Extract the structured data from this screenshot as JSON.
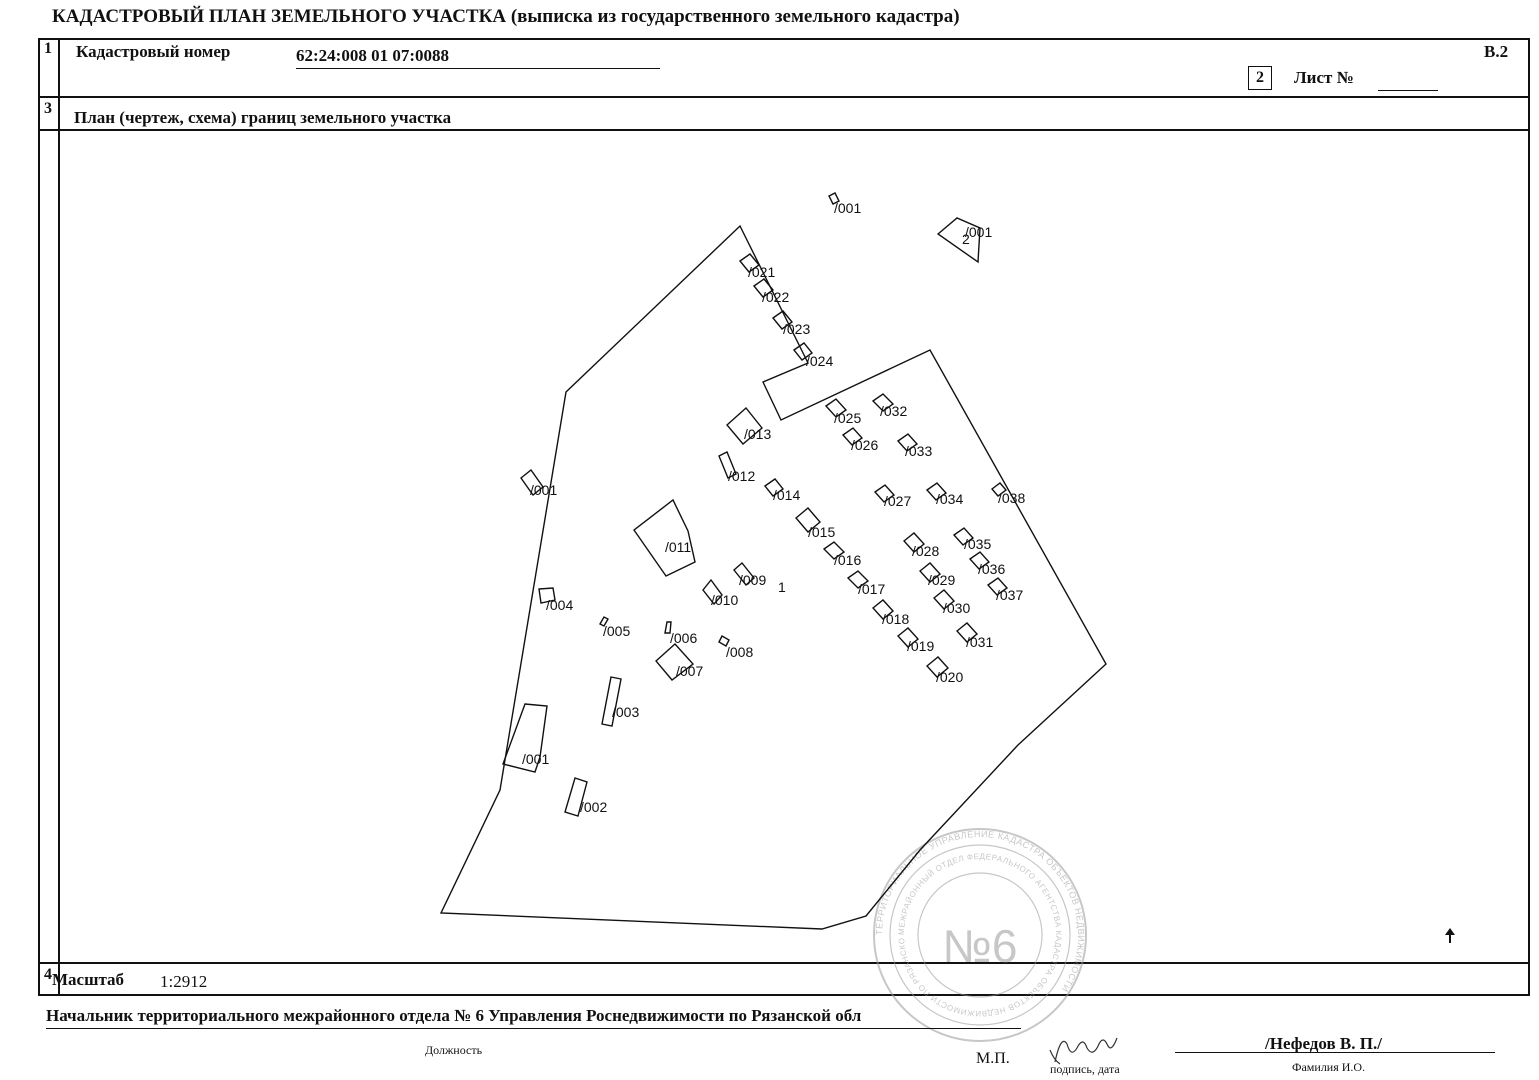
{
  "header": {
    "title": "КАДАСТРОВЫЙ ПЛАН ЗЕМЕЛЬНОГО УЧАСТКА",
    "subtitle": "(выписка из государственного земельного кадастра)",
    "form_code": "В.2"
  },
  "row1": {
    "num": "1",
    "label": "Кадастровый номер",
    "value": "62:24:008 01 07:0088"
  },
  "sheet": {
    "box": "2",
    "label": "Лист №",
    "value": ""
  },
  "row3": {
    "num": "3",
    "label": "План (чертеж, схема) границ земельного участка"
  },
  "row4": {
    "num": "4",
    "label": "Масштаб",
    "value": "1:2912"
  },
  "footer": {
    "position": "Начальник территориального межрайонного отдела № 6 Управления Роснедвижимости по Рязанской обл",
    "position_caption": "Должность",
    "mp": "М.П.",
    "signature_caption": "подпись, дата",
    "name": "/Нефедов В. П./",
    "name_caption": "Фамилия И.О."
  },
  "stamp": {
    "number": "№6",
    "outer_text": "ТЕРРИТОРИАЛЬНОЕ УПРАВЛЕНИЕ КАДАСТРА ОБЪЕКТОВ НЕДВИЖИМОСТИ",
    "inner_text": "МЕЖРАЙОННЫЙ ОТДЕЛ ФЕДЕРАЛЬНОГО АГЕНТСТВА КАДАСТРА ОБЪЕКТОВ НЕДВИЖИМОСТИ ПО РЯЗАНСКОЙ ОБЛ"
  },
  "signature_text": "Kabo",
  "plan": {
    "parcel_number": "1",
    "labels": [
      {
        "id": "n001a",
        "text": "/001"
      },
      {
        "id": "n001b",
        "text": "/001"
      },
      {
        "id": "n2",
        "text": "2"
      },
      {
        "id": "n021",
        "text": "/021"
      },
      {
        "id": "n022",
        "text": "/022"
      },
      {
        "id": "n023",
        "text": "/023"
      },
      {
        "id": "n024",
        "text": "/024"
      },
      {
        "id": "n025",
        "text": "/025"
      },
      {
        "id": "n026",
        "text": "/026"
      },
      {
        "id": "n032",
        "text": "/032"
      },
      {
        "id": "n033",
        "text": "/033"
      },
      {
        "id": "n013",
        "text": "/013"
      },
      {
        "id": "n012",
        "text": "/012"
      },
      {
        "id": "n014",
        "text": "/014"
      },
      {
        "id": "n027",
        "text": "/027"
      },
      {
        "id": "n034",
        "text": "/034"
      },
      {
        "id": "n038",
        "text": "/038"
      },
      {
        "id": "n001c",
        "text": "/001"
      },
      {
        "id": "n015",
        "text": "/015"
      },
      {
        "id": "n011",
        "text": "/011"
      },
      {
        "id": "n016",
        "text": "/016"
      },
      {
        "id": "n028",
        "text": "/028"
      },
      {
        "id": "n035",
        "text": "/035"
      },
      {
        "id": "n036",
        "text": "/036"
      },
      {
        "id": "n009",
        "text": "/009"
      },
      {
        "id": "n017",
        "text": "/017"
      },
      {
        "id": "n029",
        "text": "/029"
      },
      {
        "id": "n037",
        "text": "/037"
      },
      {
        "id": "n010",
        "text": "/010"
      },
      {
        "id": "n004",
        "text": "/004"
      },
      {
        "id": "n030",
        "text": "/030"
      },
      {
        "id": "n018",
        "text": "/018"
      },
      {
        "id": "n005",
        "text": "/005"
      },
      {
        "id": "n006",
        "text": "/006"
      },
      {
        "id": "n031",
        "text": "/031"
      },
      {
        "id": "n019",
        "text": "/019"
      },
      {
        "id": "n008",
        "text": "/008"
      },
      {
        "id": "n007",
        "text": "/007"
      },
      {
        "id": "n020",
        "text": "/020"
      },
      {
        "id": "n003",
        "text": "/003"
      },
      {
        "id": "n001d",
        "text": "/001"
      },
      {
        "id": "n002",
        "text": "/002"
      }
    ]
  }
}
